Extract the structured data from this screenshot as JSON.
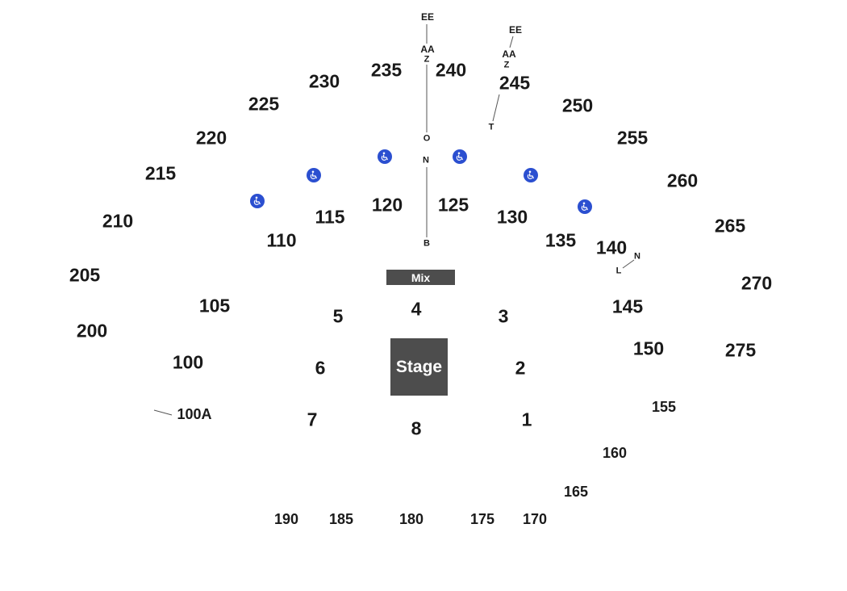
{
  "stage": {
    "label": "Stage"
  },
  "mix": {
    "label": "Mix"
  },
  "floor_sections": [
    "1",
    "2",
    "3",
    "4",
    "5",
    "6",
    "7",
    "8"
  ],
  "lower_sections": [
    "100",
    "100A",
    "105",
    "110",
    "115",
    "120",
    "125",
    "130",
    "135",
    "140",
    "145",
    "150"
  ],
  "rear_sections": [
    "155",
    "160",
    "165",
    "170",
    "175",
    "180",
    "185",
    "190"
  ],
  "upper_sections": [
    "200",
    "205",
    "210",
    "215",
    "220",
    "225",
    "230",
    "235",
    "240",
    "245",
    "250",
    "255",
    "260",
    "265",
    "270",
    "275"
  ],
  "row_markers": {
    "center_aisle": [
      "EE",
      "AA",
      "Z",
      "O",
      "N",
      "B"
    ],
    "section_245": [
      "EE",
      "AA",
      "Z",
      "T"
    ],
    "section_140": [
      "N",
      "L"
    ]
  },
  "accessible_icon": "wheelchair-icon",
  "colors": {
    "stage_fill": "#4d4d4d",
    "accessible_fill": "#2b4fd0",
    "text": "#1a1a1a"
  }
}
